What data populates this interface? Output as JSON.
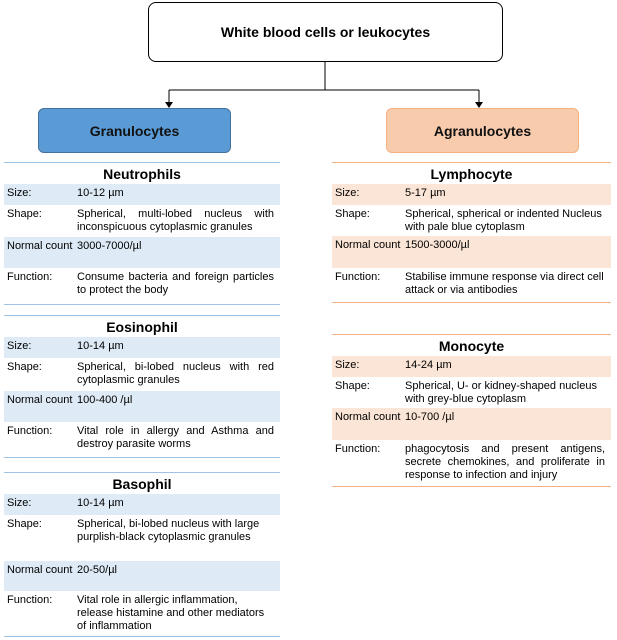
{
  "root": {
    "title": "White blood cells or leukocytes"
  },
  "categories": {
    "granulocytes": "Granulocytes",
    "agranulocytes": "Agranulocytes"
  },
  "labels": {
    "size": "Size:",
    "shape": "Shape:",
    "normal_count": "Normal count",
    "function": "Function:"
  },
  "cells": {
    "neutrophils": {
      "name": "Neutrophils",
      "size": "10-12 µm",
      "shape": "Spherical, multi-lobed nucleus with inconspicuous cytoplasmic granules",
      "count": "3000-7000/µl",
      "function": "Consume bacteria and foreign particles to protect the body"
    },
    "eosinophil": {
      "name": "Eosinophil",
      "size": "10-14 µm",
      "shape": "Spherical, bi-lobed nucleus with red cytoplasmic granules",
      "count": "100-400 /µl",
      "function": "Vital role in allergy and Asthma and destroy parasite worms"
    },
    "basophil": {
      "name": "Basophil",
      "size": "10-14 µm",
      "shape": "Spherical, bi-lobed nucleus with large purplish-black cytoplasmic granules",
      "count": "20-50/µl",
      "function": "Vital role in allergic inflammation, release histamine and other mediators of inflammation"
    },
    "lymphocyte": {
      "name": "Lymphocyte",
      "size": "5-17 µm",
      "shape": "Spherical, spherical or indented Nucleus with pale blue cytoplasm",
      "count": "1500-3000/µl",
      "function": "Stabilise immune response via direct cell attack or via antibodies"
    },
    "monocyte": {
      "name": "Monocyte",
      "size": "14-24 µm",
      "shape": "Spherical, U- or kidney-shaped nucleus with grey-blue cytoplasm",
      "count": "10-700 /µl",
      "function": "phagocytosis and present antigens, secrete chemokines, and proliferate in response to infection and injury"
    }
  },
  "colors": {
    "granulocyte_fill": "#5b9bd5",
    "granulocyte_shade": "#deebf7",
    "agranulocyte_fill": "#f8cbad",
    "agranulocyte_shade": "#fbe5d6"
  }
}
